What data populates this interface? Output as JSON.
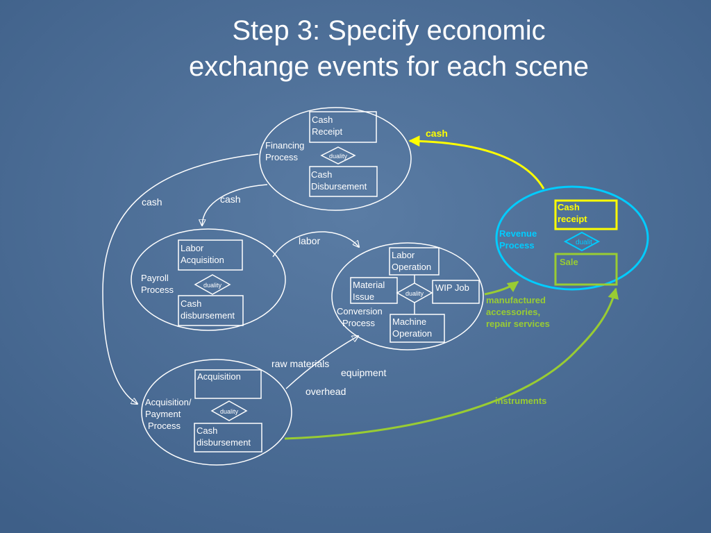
{
  "title": {
    "line1": "Step 3: Specify economic",
    "line2": "exchange events for each scene"
  },
  "colors": {
    "background": "#4a6c94",
    "white": "#ffffff",
    "yellow": "#ffff00",
    "green": "#99cc33",
    "cyan": "#00ccff"
  },
  "processes": {
    "financing": {
      "label": [
        "Financing",
        "Process"
      ],
      "boxes": [
        [
          "Cash",
          "Receipt"
        ],
        [
          "Cash",
          "Disbursement"
        ]
      ],
      "duality": "duality"
    },
    "payroll": {
      "label": [
        "Payroll",
        "Process"
      ],
      "boxes": [
        [
          "Labor",
          "Acquisition"
        ],
        [
          "Cash",
          "disbursement"
        ]
      ],
      "duality": "duality"
    },
    "conversion": {
      "label": [
        "Conversion",
        "Process"
      ],
      "boxes": [
        [
          "Labor",
          "Operation"
        ],
        [
          "Material",
          "Issue"
        ],
        [
          "WIP Job"
        ],
        [
          "Machine",
          "Operation"
        ]
      ],
      "duality": "duality"
    },
    "acquisition": {
      "label": [
        "Acquisition/",
        "Payment",
        "Process"
      ],
      "boxes": [
        [
          "Acquisition"
        ],
        [
          "Cash",
          "disbursement"
        ]
      ],
      "duality": "duality"
    },
    "revenue": {
      "label": [
        "Revenue",
        "Process"
      ],
      "boxes": [
        [
          "Cash",
          "receipt"
        ],
        [
          "Sale"
        ]
      ],
      "duality": "dualit"
    }
  },
  "flows": {
    "cash_top": "cash",
    "cash_left": "cash",
    "cash_mid": "cash",
    "labor": "labor",
    "raw_materials": "raw materials",
    "equipment": "equipment",
    "overhead": "overhead",
    "manufactured": [
      "manufactured",
      "accessories,",
      "repair services"
    ],
    "instruments": "instruments"
  }
}
